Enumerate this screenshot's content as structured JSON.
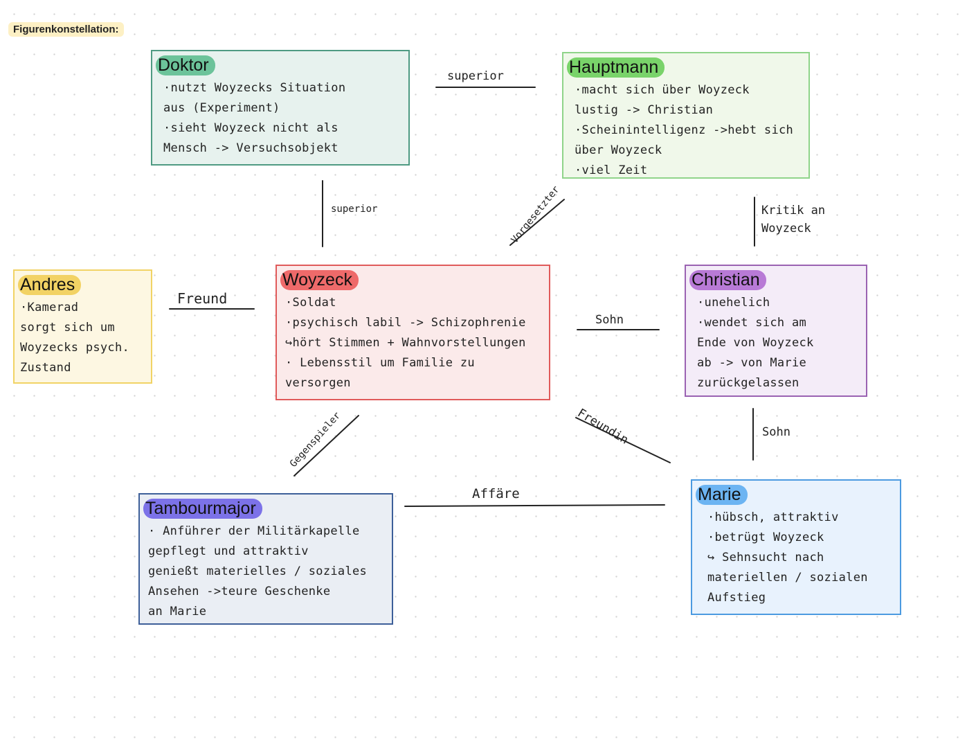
{
  "title": "Figurenkonstellation:",
  "characters": {
    "doktor": {
      "name": "Doktor",
      "color": "#4e9a82",
      "fill": "#e7f2ee",
      "highlight": "#6cc39a",
      "lines": [
        "·nutzt  Woyzecks  Situation",
        " aus  (Experiment)",
        "·sieht  Woyzeck  nicht  als",
        " Mensch  -> Versuchsobjekt"
      ]
    },
    "hauptmann": {
      "name": "Hauptmann",
      "color": "#8fd48a",
      "fill": "#f0f8ea",
      "highlight": "#79d36a",
      "lines": [
        "·macht  sich  über   Woyzeck",
        " lustig -> Christian",
        "·Scheinintelligenz  ->hebt  sich",
        " über   Woyzeck",
        "·viel  Zeit"
      ]
    },
    "andres": {
      "name": "Andres",
      "color": "#f1d365",
      "fill": "#fdf7e2",
      "highlight": "#f2d264",
      "lines": [
        "·Kamerad",
        " sorgt  sich  um",
        " Woyzecks  psych.",
        " Zustand"
      ]
    },
    "woyzeck": {
      "name": "Woyzeck",
      "color": "#e05a5a",
      "fill": "#fbeaea",
      "highlight": "#ee6a6a",
      "lines": [
        "·Soldat",
        "·psychisch   labil  -> Schizophrenie",
        " ↪hört  Stimmen  + Wahnvorstellungen",
        "· Lebensstil   um   Familie   zu",
        "  versorgen"
      ]
    },
    "christian": {
      "name": "Christian",
      "color": "#9a62b2",
      "fill": "#f4ecf8",
      "highlight": "#b87ad6",
      "lines": [
        "·unehelich",
        "·wendet  sich  am",
        " Ende  von   Woyzeck",
        " ab -> von   Marie",
        " zurückgelassen"
      ]
    },
    "tambourmajor": {
      "name": "Tambourmajor",
      "color": "#3d5f99",
      "fill": "#eaeef4",
      "highlight": "#7c72e8",
      "lines": [
        "· Anführer  der  Militärkapelle",
        " gepflegt  und   attraktiv",
        " genießt  materielles / soziales",
        " Ansehen  ->teure  Geschenke",
        " an   Marie"
      ]
    },
    "marie": {
      "name": "Marie",
      "color": "#4b9ae0",
      "fill": "#e8f2fd",
      "highlight": "#6cb4f2",
      "lines": [
        "·hübsch, attraktiv",
        "·betrügt  Woyzeck",
        "↪ Sehnsucht   nach",
        "   materiellen / sozialen",
        "   Aufstieg"
      ]
    }
  },
  "relations": {
    "doktor_hauptmann": "superior",
    "doktor_woyzeck": "superior",
    "hauptmann_woyzeck": "Vorgesetzter",
    "hauptmann_christian": [
      "Kritik  an",
      " Woyzeck"
    ],
    "andres_woyzeck": "Freund",
    "woyzeck_christian": "Sohn",
    "woyzeck_tambourmajor": "Gegenspieler",
    "woyzeck_marie": "Freundin",
    "christian_marie": "Sohn",
    "tambourmajor_marie": "Affäre"
  }
}
